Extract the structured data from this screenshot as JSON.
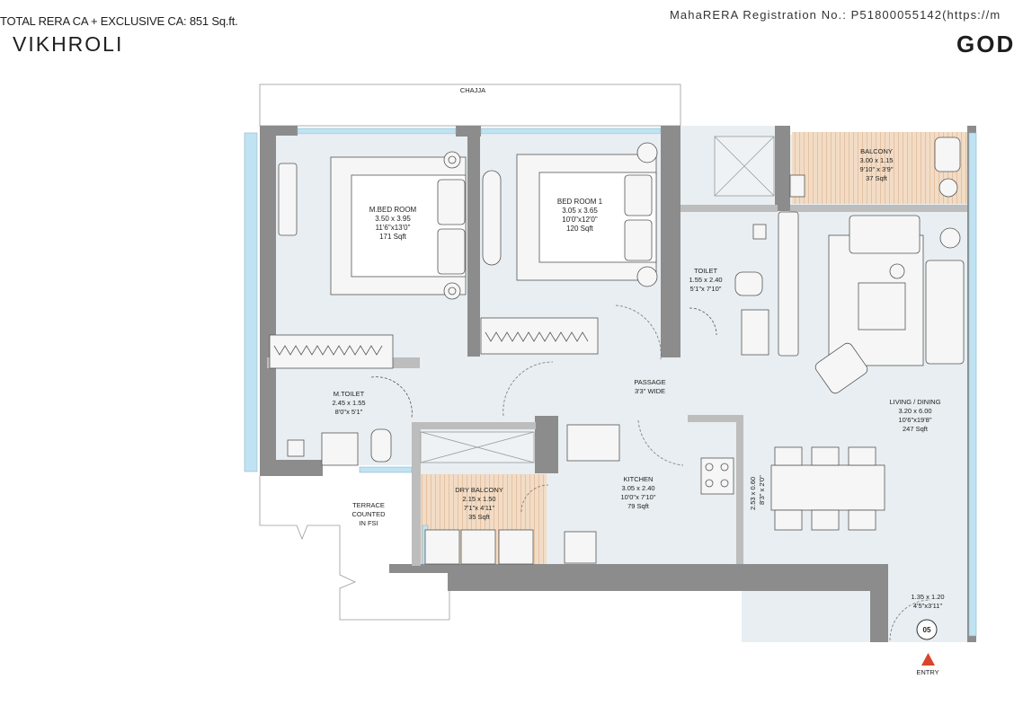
{
  "header": {
    "total_area": "TOTAL RERA CA + EXCLUSIVE CA: 851 Sq.ft.",
    "project_name": "VIKHROLI",
    "rera": "MahaRERA Registration No.: P51800055142(https://m",
    "brand": "GOD"
  },
  "rooms": {
    "chajja": "CHAJJA",
    "master_bedroom": [
      "M.BED ROOM",
      "3.50 x 3.95",
      "11'6\"x13'0\"",
      "171 Sqft"
    ],
    "bedroom1": [
      "BED ROOM 1",
      "3.05 x 3.65",
      "10'0\"x12'0\"",
      "120 Sqft"
    ],
    "balcony": [
      "BALCONY",
      "3.00 x 1.15",
      "9'10\" x 3'9\"",
      "37 Sqft"
    ],
    "toilet": [
      "TOILET",
      "1.55 x 2.40",
      "5'1\"x 7'10\""
    ],
    "master_toilet": [
      "M.TOILET",
      "2.45 x 1.55",
      "8'0\"x 5'1\""
    ],
    "passage": [
      "PASSAGE",
      "3'3\" WIDE"
    ],
    "living_dining": [
      "LIVING / DINING",
      "3.20 x 6.00",
      "10'6\"x19'8\"",
      "247 Sqft"
    ],
    "kitchen": [
      "KITCHEN",
      "3.05 x 2.40",
      "10'0\"x 7'10\"",
      "79 Sqft"
    ],
    "dry_balcony": [
      "DRY BALCONY",
      "2.15 x 1.50",
      "7'1\"x 4'11\"",
      "35 Sqft"
    ],
    "terrace": [
      "TERRACE",
      "COUNTED",
      "IN FSI"
    ],
    "dining_dim": [
      "2.53 x 0.60",
      "8'3\" x 2'0\""
    ],
    "foyer": [
      "1.35 x 1.20",
      "4'5\"x3'11\""
    ],
    "unit_number": "05",
    "entry": "ENTRY"
  },
  "colors": {
    "floor": "#e8eef1",
    "wall": "#8c8c8c",
    "balcony_wood": "#f2dcc6",
    "window": "#bfe3f2",
    "entry_arrow": "#d8452a"
  }
}
